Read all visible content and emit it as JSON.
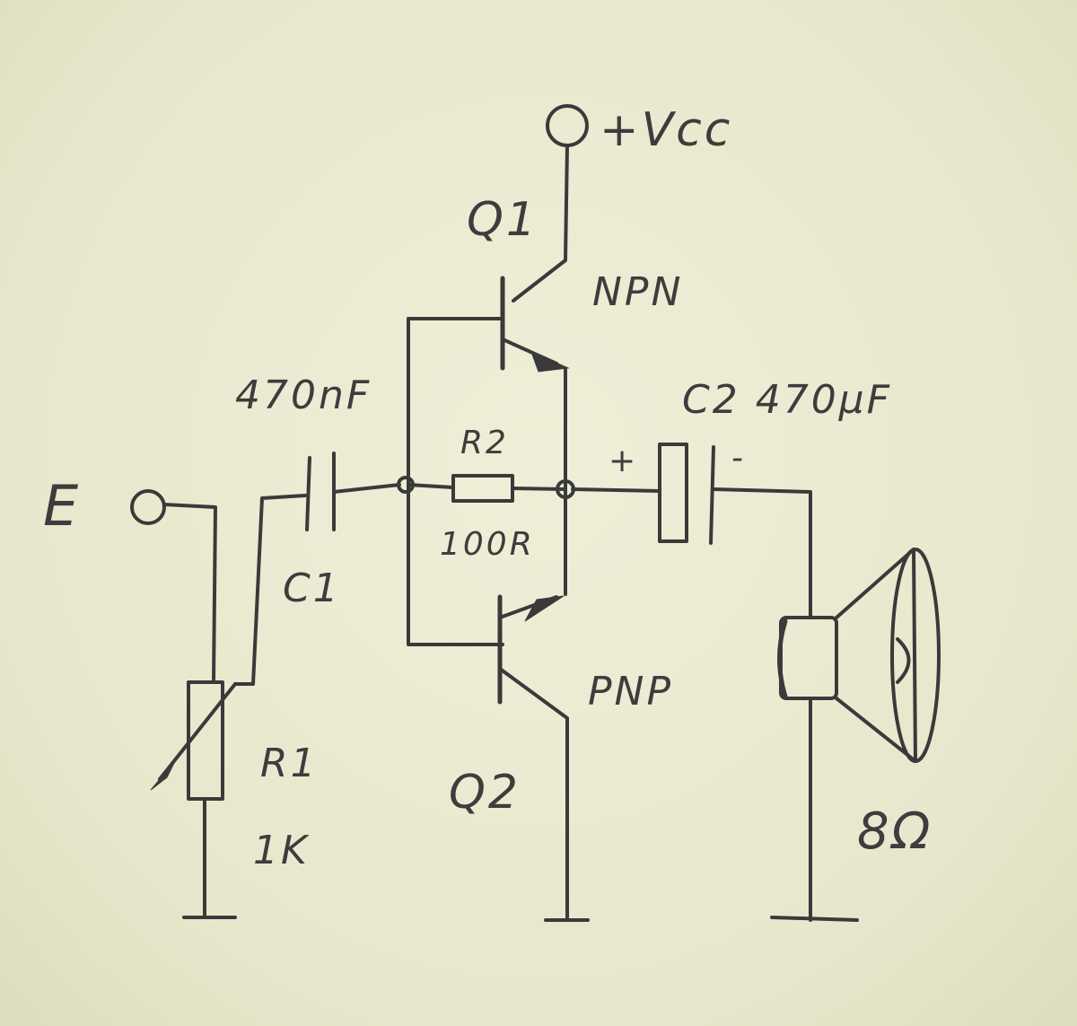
{
  "labels": {
    "vcc": "+Vcc",
    "q1": "Q1",
    "npn": "NPN",
    "c1_value": "470nF",
    "c2_title": "C2 470µF",
    "r2": "R2",
    "r2_value": "100R",
    "input": "E",
    "c1": "C1",
    "plus": "+",
    "minus": "-",
    "pnp": "PNP",
    "q2": "Q2",
    "r1": "R1",
    "r1_value": "1K",
    "speaker_impedance": "8Ω"
  },
  "colors": {
    "paper": "#ecebd3",
    "pencil": "#3a3a3a"
  }
}
